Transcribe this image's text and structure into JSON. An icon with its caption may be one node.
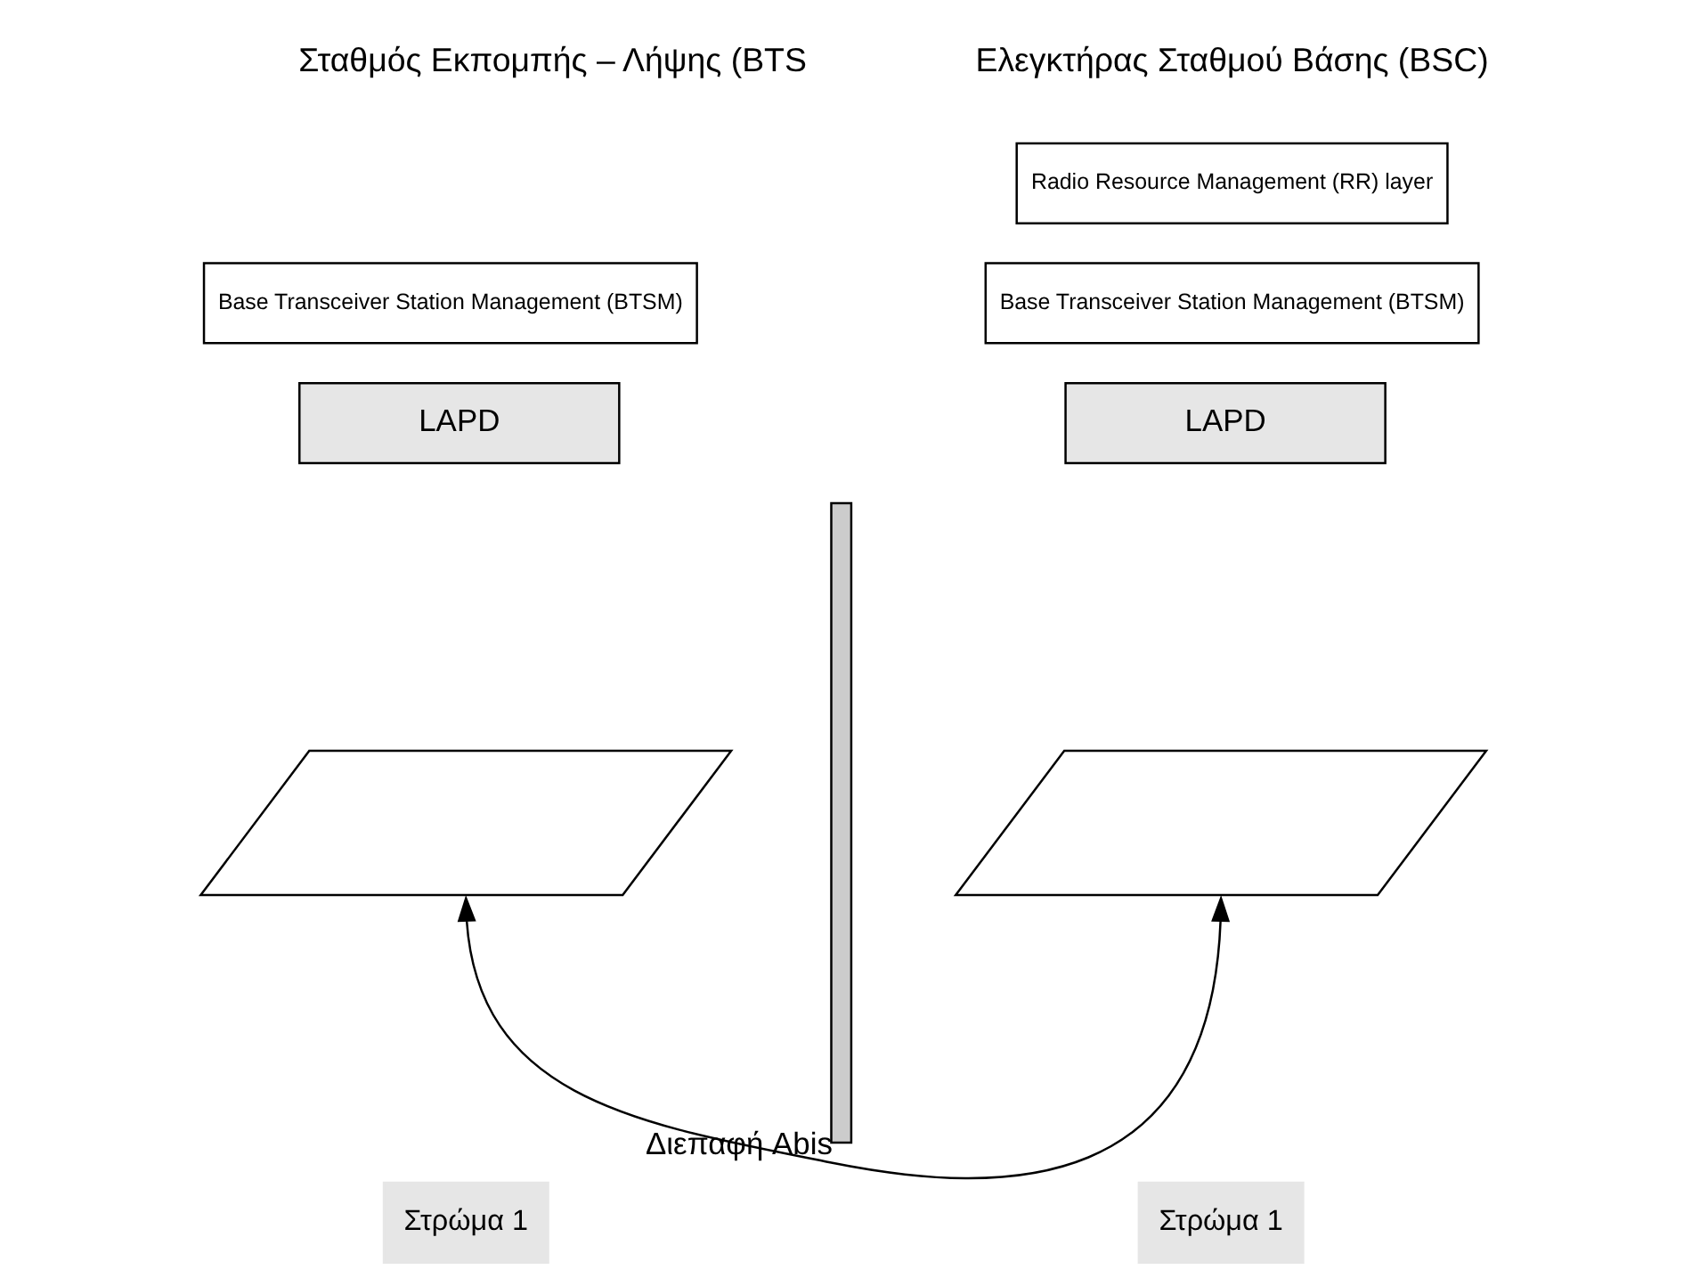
{
  "diagram": {
    "nodes": [
      {
        "text": [
          "Base Transceiver Station Management (BTSM)"
        ]
      },
      {
        "text": [
          "LAPD"
        ]
      },
      {
        "text": [],
        "shape": "parallelogram"
      },
      {
        "text": [
          "Στρώμα 1"
        ]
      },
      {
        "text": [],
        "shape": "bar"
      },
      {
        "text": [
          "Radio Resource Management (RR) layer"
        ]
      },
      {
        "text": [
          "Base Transceiver Station Management (BTSM)"
        ]
      },
      {
        "text": [
          "LAPD"
        ]
      },
      {
        "text": [],
        "shape": "parallelogram"
      },
      {
        "text": [
          "Στρώμα 1"
        ]
      }
    ],
    "edges": [
      {
        "from": 2,
        "to": 8,
        "arrow": "both",
        "label": "Διεπαφή Abis"
      }
    ],
    "labels": [
      "Σταθμός Εκπομπής – Λήψης (BTS",
      "Ελεγκτήρας Σταθμού Βάσης (BSC)"
    ]
  }
}
